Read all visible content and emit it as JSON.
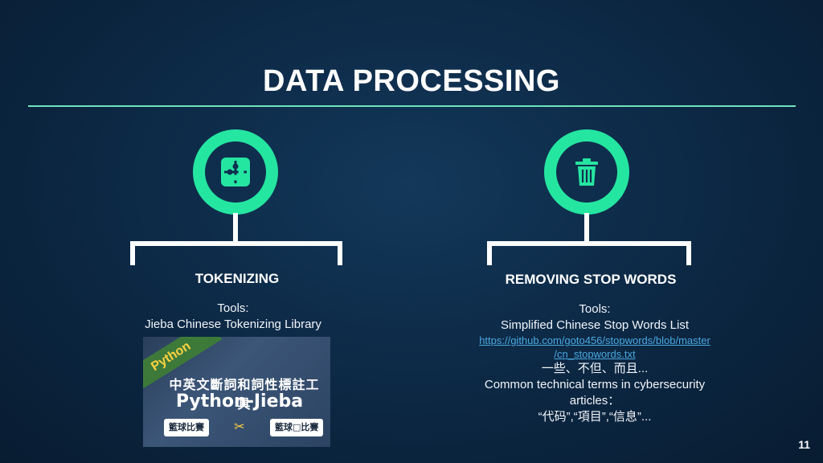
{
  "slide": {
    "title": "DATA PROCESSING",
    "page_number": "11"
  },
  "colors": {
    "accent": "#25e6a1",
    "rule": "#6fe3bb",
    "background": "#0d2a47",
    "link": "#4aa8e0"
  },
  "left": {
    "icon": "puzzle-icon",
    "heading": "TOKENIZING",
    "tools_label": "Tools:",
    "tool_name": "Jieba Chinese Tokenizing Library",
    "image": {
      "ribbon": "Python",
      "chinese_title": "中英文斷詞和詞性標註工具",
      "main_title": "Python-Jieba",
      "chip_left": "籃球比賽",
      "chip_right": "籃球□比賽"
    }
  },
  "right": {
    "icon": "trash-icon",
    "heading": "REMOVING STOP WORDS",
    "tools_label": "Tools:",
    "tool_name": "Simplified Chinese Stop Words List",
    "link_line1": "https://github.com/goto456/stopwords/blob/master",
    "link_line2": "/cn_stopwords.txt",
    "examples": "一些、不但、而且...",
    "extra_line1": "Common technical terms in cybersecurity",
    "extra_line2": "articles：",
    "extra_examples": "“代码”,“項目”,“信息”..."
  }
}
